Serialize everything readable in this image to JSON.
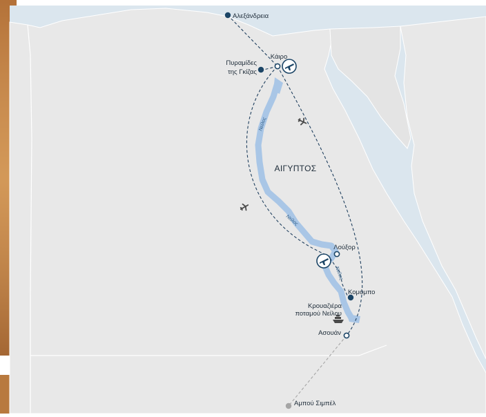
{
  "colors": {
    "sea": "#dbe6ee",
    "land": "#e8e8e8",
    "sinai": "#e4e4e4",
    "river": "#a9c6e6",
    "route": "#1f3f5e",
    "route_gray": "#a5a5a5",
    "marker_dark": "#1c4566",
    "marker_gray": "#a5a5a5",
    "photo_strip": "#c98a4a"
  },
  "map": {
    "country_label": "ΑΙΓΥΠΤΟΣ",
    "river_labels": [
      "Νείλος",
      "Νείλος",
      "Νείλος"
    ],
    "places": {
      "alexandria": "Αλεξάνδρεια",
      "cairo": "Κάιρο",
      "giza_line1": "Πυραμίδες",
      "giza_line2": "της Γκίζας",
      "luxor": "Λούξορ",
      "kom_ombo": "Κομόμπο",
      "cruise_line1": "Κρουαζιέρα",
      "cruise_line2": "ποταμού Νείλου",
      "aswan": "Ασουάν",
      "abu_simbel": "Αμπού Σιμπέλ"
    },
    "icons": {
      "airport": "airplane-circle-icon",
      "flight": "airplane-icon",
      "cruise": "ship-icon"
    }
  }
}
